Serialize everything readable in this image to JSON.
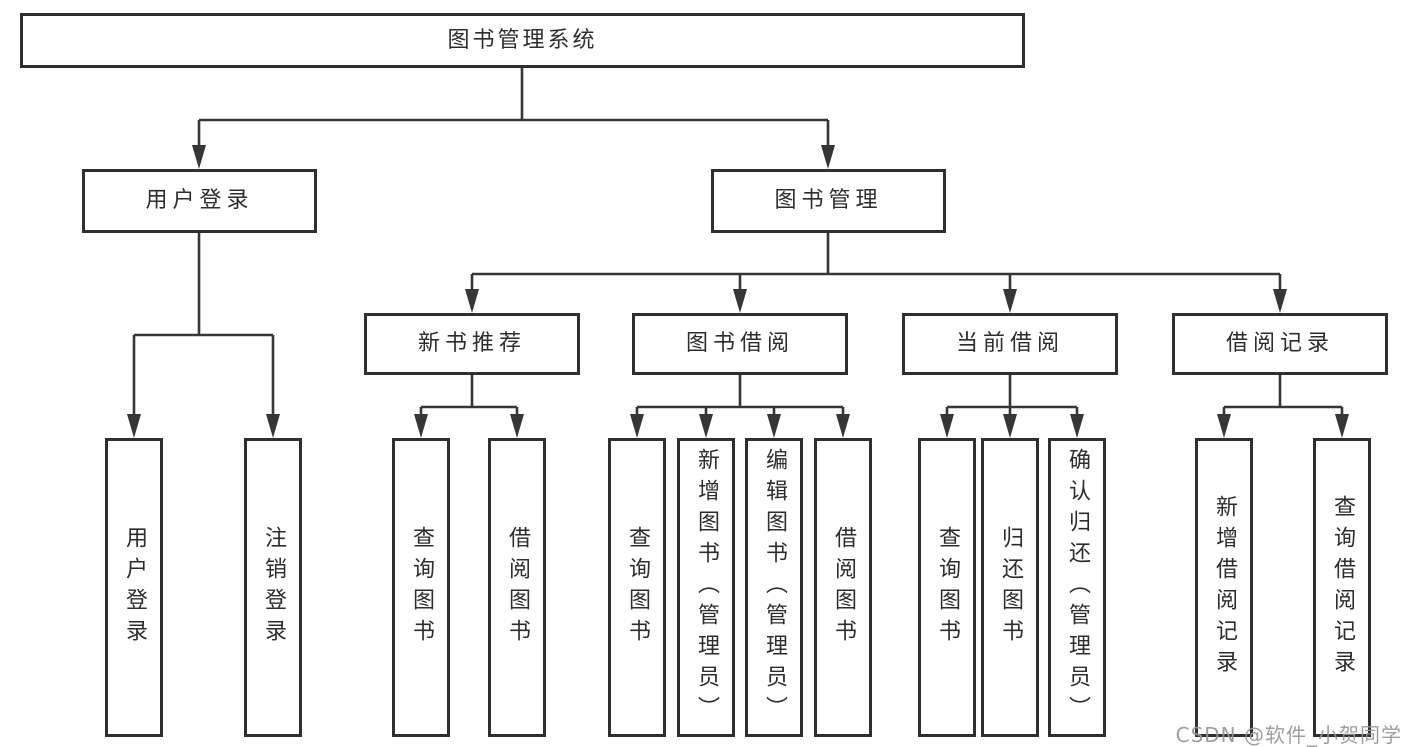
{
  "diagram": {
    "line_color": "#363636",
    "border_color": "#2f2f2f",
    "nodes": {
      "root": {
        "label": "图书管理系统"
      },
      "user_login": {
        "label": "用户登录"
      },
      "book_mgmt": {
        "label": "图书管理"
      },
      "leaf_user_login": {
        "label": "用户登录"
      },
      "leaf_logout": {
        "label": "注销登录"
      },
      "new_book": {
        "label": "新书推荐"
      },
      "book_borrow": {
        "label": "图书借阅"
      },
      "current_borrow": {
        "label": "当前借阅"
      },
      "borrow_record": {
        "label": "借阅记录"
      },
      "nb_query": {
        "label": "查询图书"
      },
      "nb_borrow": {
        "label": "借阅图书"
      },
      "bb_query": {
        "label": "查询图书"
      },
      "bb_add": {
        "label": "新增图书（管理员）"
      },
      "bb_edit": {
        "label": "编辑图书（管理员）"
      },
      "bb_borrow": {
        "label": "借阅图书"
      },
      "cb_query": {
        "label": "查询图书"
      },
      "cb_return": {
        "label": "归还图书"
      },
      "cb_confirm": {
        "label": "确认归还（管理员）"
      },
      "br_add": {
        "label": "新增借阅记录"
      },
      "br_query": {
        "label": "查询借阅记录"
      }
    },
    "edges": [
      [
        "root",
        "user_login"
      ],
      [
        "root",
        "book_mgmt"
      ],
      [
        "user_login",
        "leaf_user_login"
      ],
      [
        "user_login",
        "leaf_logout"
      ],
      [
        "book_mgmt",
        "new_book"
      ],
      [
        "book_mgmt",
        "book_borrow"
      ],
      [
        "book_mgmt",
        "current_borrow"
      ],
      [
        "book_mgmt",
        "borrow_record"
      ],
      [
        "new_book",
        "nb_query"
      ],
      [
        "new_book",
        "nb_borrow"
      ],
      [
        "book_borrow",
        "bb_query"
      ],
      [
        "book_borrow",
        "bb_add"
      ],
      [
        "book_borrow",
        "bb_edit"
      ],
      [
        "book_borrow",
        "bb_borrow"
      ],
      [
        "current_borrow",
        "cb_query"
      ],
      [
        "current_borrow",
        "cb_return"
      ],
      [
        "current_borrow",
        "cb_confirm"
      ],
      [
        "borrow_record",
        "br_add"
      ],
      [
        "borrow_record",
        "br_query"
      ]
    ]
  },
  "watermark": {
    "text": "CSDN @软件_小贺同学",
    "color": "#969696"
  }
}
